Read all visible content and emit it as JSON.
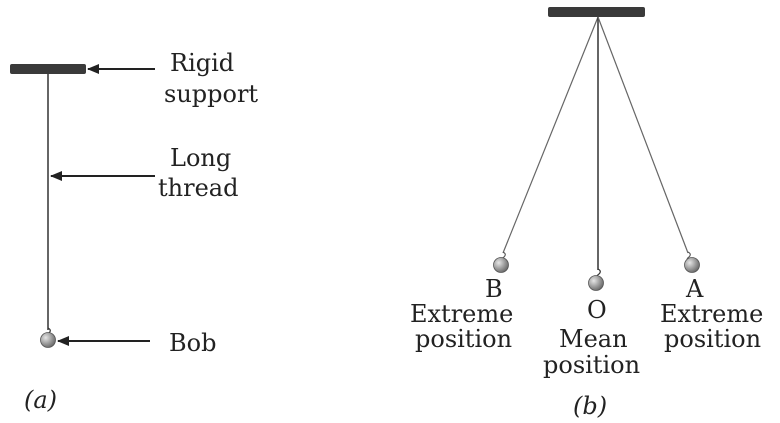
{
  "figure_a": {
    "support_label": [
      "Rigid",
      "support"
    ],
    "thread_label": [
      "Long",
      "thread"
    ],
    "bob_label": "Bob",
    "caption": "(a)"
  },
  "figure_b": {
    "left": {
      "letter": "B",
      "line1": "Extreme",
      "line2": "position"
    },
    "center": {
      "letter": "O",
      "line1": "Mean",
      "line2": "position"
    },
    "right": {
      "letter": "A",
      "line1": "Extreme",
      "line2": "position"
    },
    "caption": "(b)"
  },
  "colors": {
    "ink": "#222222",
    "support": "#3a3a3a",
    "bob": "#8a8a8a"
  }
}
